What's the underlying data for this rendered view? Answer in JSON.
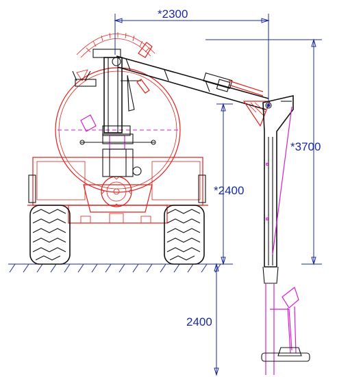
{
  "dimensions": {
    "boom_reach": "*2300",
    "boom_height": "*3700",
    "pivot_height": "*2400",
    "depth_below_ground": "2400"
  },
  "colors": {
    "dimension": "#1a2a9c",
    "tanker": "#e0201a",
    "boom": "#111111",
    "hose": "#d21fd2"
  }
}
